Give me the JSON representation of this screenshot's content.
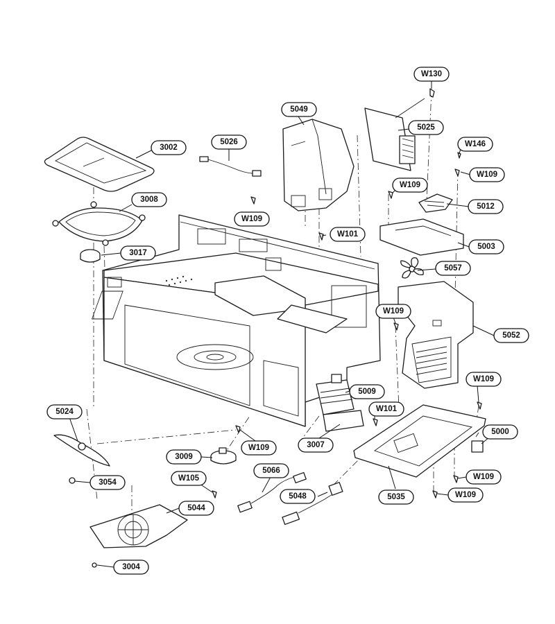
{
  "callouts": [
    {
      "id": "c-w130",
      "label": "W130"
    },
    {
      "id": "c-5049",
      "label": "5049"
    },
    {
      "id": "c-5025",
      "label": "5025"
    },
    {
      "id": "c-3002",
      "label": "3002"
    },
    {
      "id": "c-5026",
      "label": "5026"
    },
    {
      "id": "c-w146",
      "label": "W146"
    },
    {
      "id": "c-w109a",
      "label": "W109"
    },
    {
      "id": "c-w109b",
      "label": "W109"
    },
    {
      "id": "c-w109c",
      "label": "W109"
    },
    {
      "id": "c-3008",
      "label": "3008"
    },
    {
      "id": "c-5012",
      "label": "5012"
    },
    {
      "id": "c-w101a",
      "label": "W101"
    },
    {
      "id": "c-5003",
      "label": "5003"
    },
    {
      "id": "c-3017",
      "label": "3017"
    },
    {
      "id": "c-5057",
      "label": "5057"
    },
    {
      "id": "c-w109d",
      "label": "W109"
    },
    {
      "id": "c-5052",
      "label": "5052"
    },
    {
      "id": "c-w109e",
      "label": "W109"
    },
    {
      "id": "c-5009",
      "label": "5009"
    },
    {
      "id": "c-w101b",
      "label": "W101"
    },
    {
      "id": "c-5024",
      "label": "5024"
    },
    {
      "id": "c-5000",
      "label": "5000"
    },
    {
      "id": "c-w109f",
      "label": "W109"
    },
    {
      "id": "c-3007",
      "label": "3007"
    },
    {
      "id": "c-3009",
      "label": "3009"
    },
    {
      "id": "c-5066",
      "label": "5066"
    },
    {
      "id": "c-w109g",
      "label": "W109"
    },
    {
      "id": "c-3054",
      "label": "3054"
    },
    {
      "id": "c-w105",
      "label": "W105"
    },
    {
      "id": "c-5048",
      "label": "5048"
    },
    {
      "id": "c-5035",
      "label": "5035"
    },
    {
      "id": "c-w109h",
      "label": "W109"
    },
    {
      "id": "c-5044",
      "label": "5044"
    },
    {
      "id": "c-3004",
      "label": "3004"
    }
  ]
}
